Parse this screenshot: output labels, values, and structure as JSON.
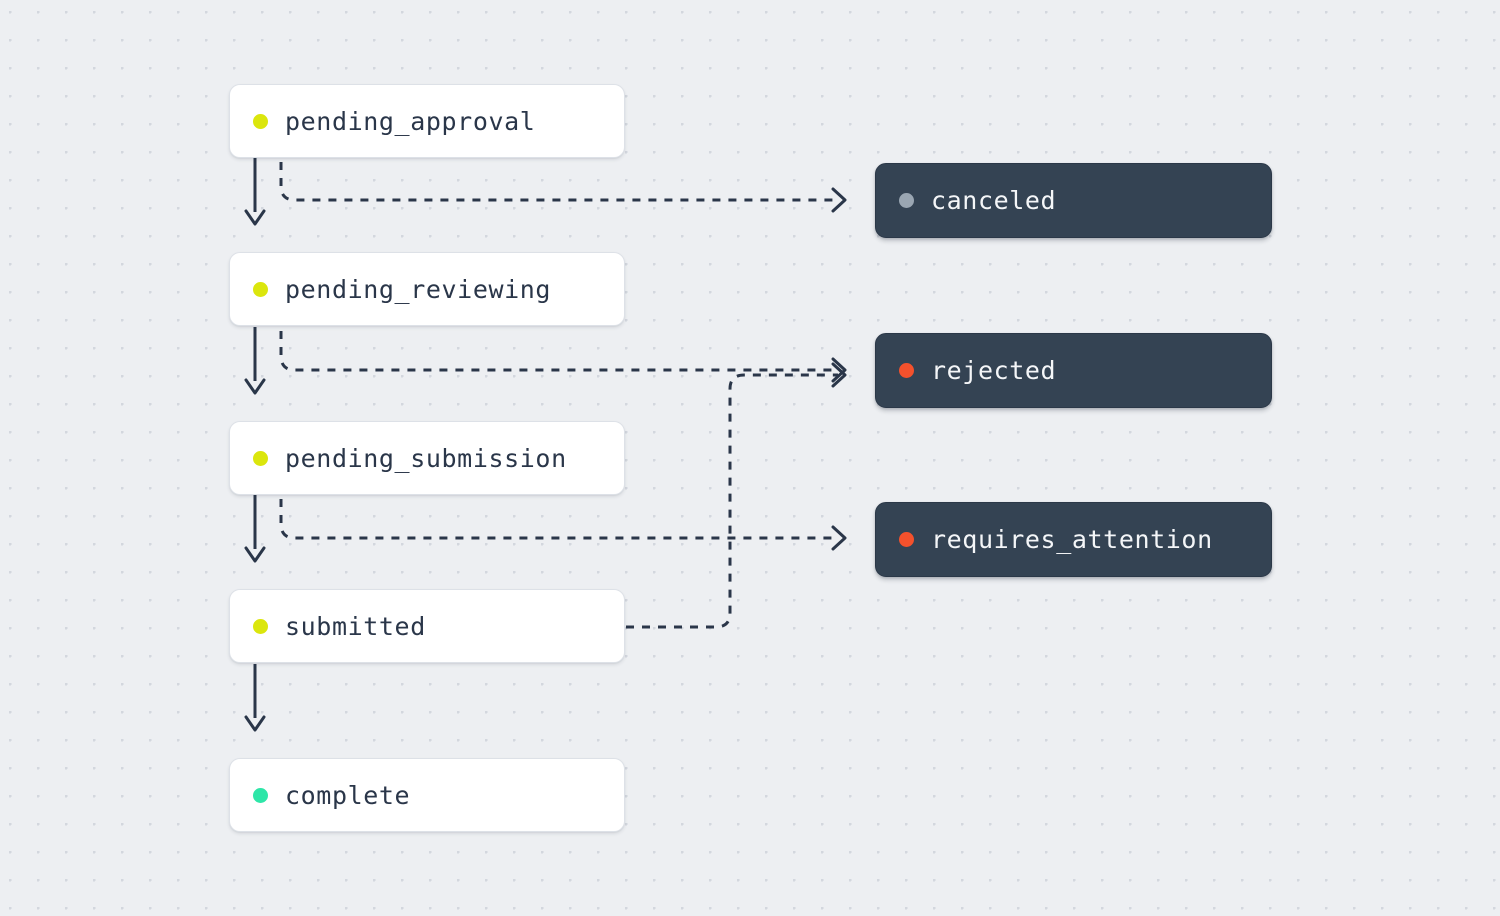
{
  "diagram": {
    "title": "state-machine-flow",
    "background_color": "#edeff2",
    "grid_dot_color": "#d3d7de",
    "status_colors": {
      "pending": "#dbe60d",
      "complete": "#2ee6a8",
      "canceled": "#9aa6b2",
      "error": "#f4512c"
    },
    "edge_color": "#2a3649"
  },
  "nodes": {
    "main_flow": [
      {
        "id": "pending_approval",
        "label": "pending_approval",
        "dot": "#dbe60d",
        "style": "light"
      },
      {
        "id": "pending_reviewing",
        "label": "pending_reviewing",
        "dot": "#dbe60d",
        "style": "light"
      },
      {
        "id": "pending_submission",
        "label": "pending_submission",
        "dot": "#dbe60d",
        "style": "light"
      },
      {
        "id": "submitted",
        "label": "submitted",
        "dot": "#dbe60d",
        "style": "light"
      },
      {
        "id": "complete",
        "label": "complete",
        "dot": "#2ee6a8",
        "style": "light"
      }
    ],
    "terminal_states": [
      {
        "id": "canceled",
        "label": "canceled",
        "dot": "#9aa6b2",
        "style": "dark"
      },
      {
        "id": "rejected",
        "label": "rejected",
        "dot": "#f4512c",
        "style": "dark"
      },
      {
        "id": "requires_attention",
        "label": "requires_attention",
        "dot": "#f4512c",
        "style": "dark"
      }
    ]
  },
  "edges": [
    {
      "from": "pending_approval",
      "to": "pending_reviewing",
      "style": "solid"
    },
    {
      "from": "pending_reviewing",
      "to": "pending_submission",
      "style": "solid"
    },
    {
      "from": "pending_submission",
      "to": "submitted",
      "style": "solid"
    },
    {
      "from": "submitted",
      "to": "complete",
      "style": "solid"
    },
    {
      "from": "pending_approval",
      "to": "canceled",
      "style": "dashed"
    },
    {
      "from": "pending_reviewing",
      "to": "rejected",
      "style": "dashed"
    },
    {
      "from": "pending_submission",
      "to": "requires_attention",
      "style": "dashed"
    },
    {
      "from": "submitted",
      "to": "rejected",
      "style": "dashed"
    }
  ]
}
